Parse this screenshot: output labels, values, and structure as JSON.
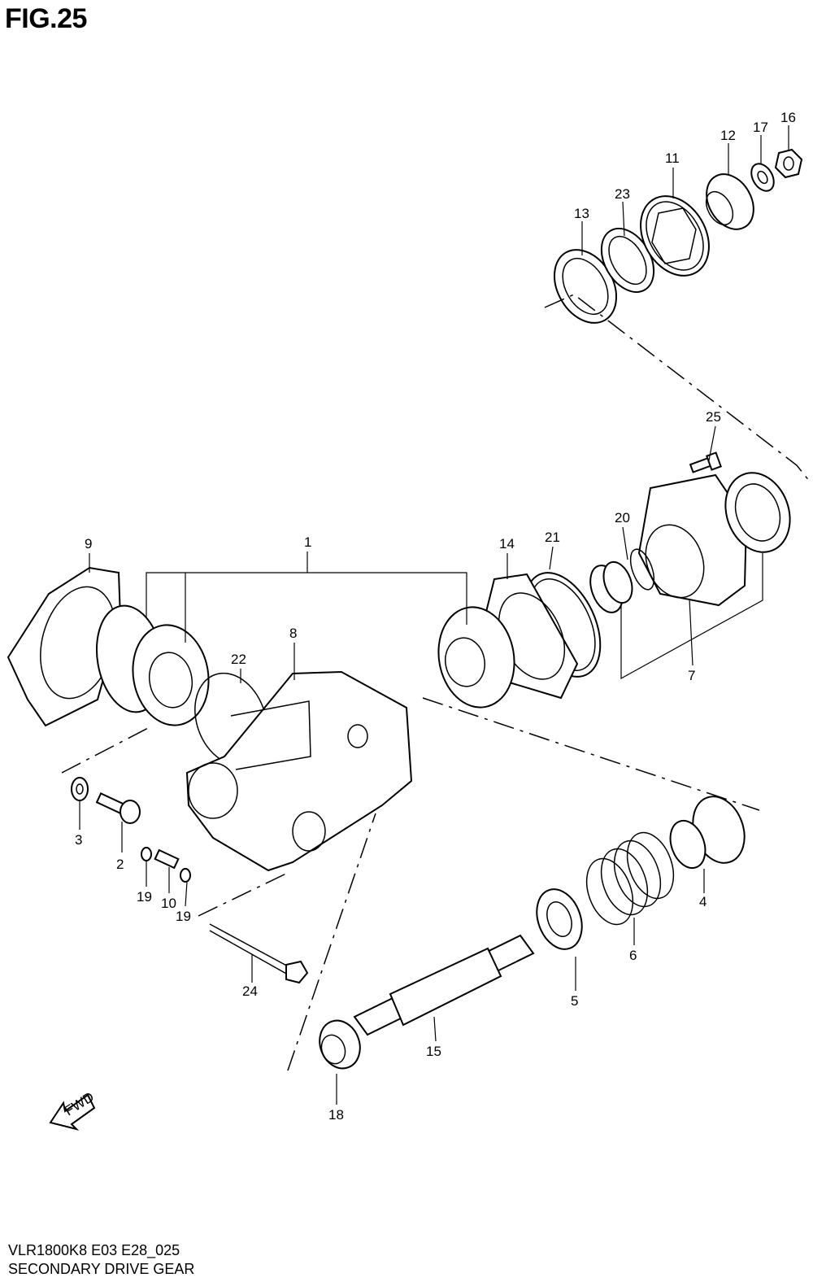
{
  "figure": {
    "title": "FIG.25",
    "model_code": "VLR1800K8 E03 E28_025",
    "caption": "SECONDARY DRIVE GEAR"
  },
  "callouts": [
    "1",
    "2",
    "3",
    "4",
    "5",
    "6",
    "7",
    "8",
    "9",
    "10",
    "11",
    "12",
    "13",
    "14",
    "15",
    "16",
    "17",
    "18",
    "19",
    "19",
    "20",
    "21",
    "22",
    "23",
    "24",
    "25"
  ],
  "direction_marker": {
    "label": "FWD"
  }
}
